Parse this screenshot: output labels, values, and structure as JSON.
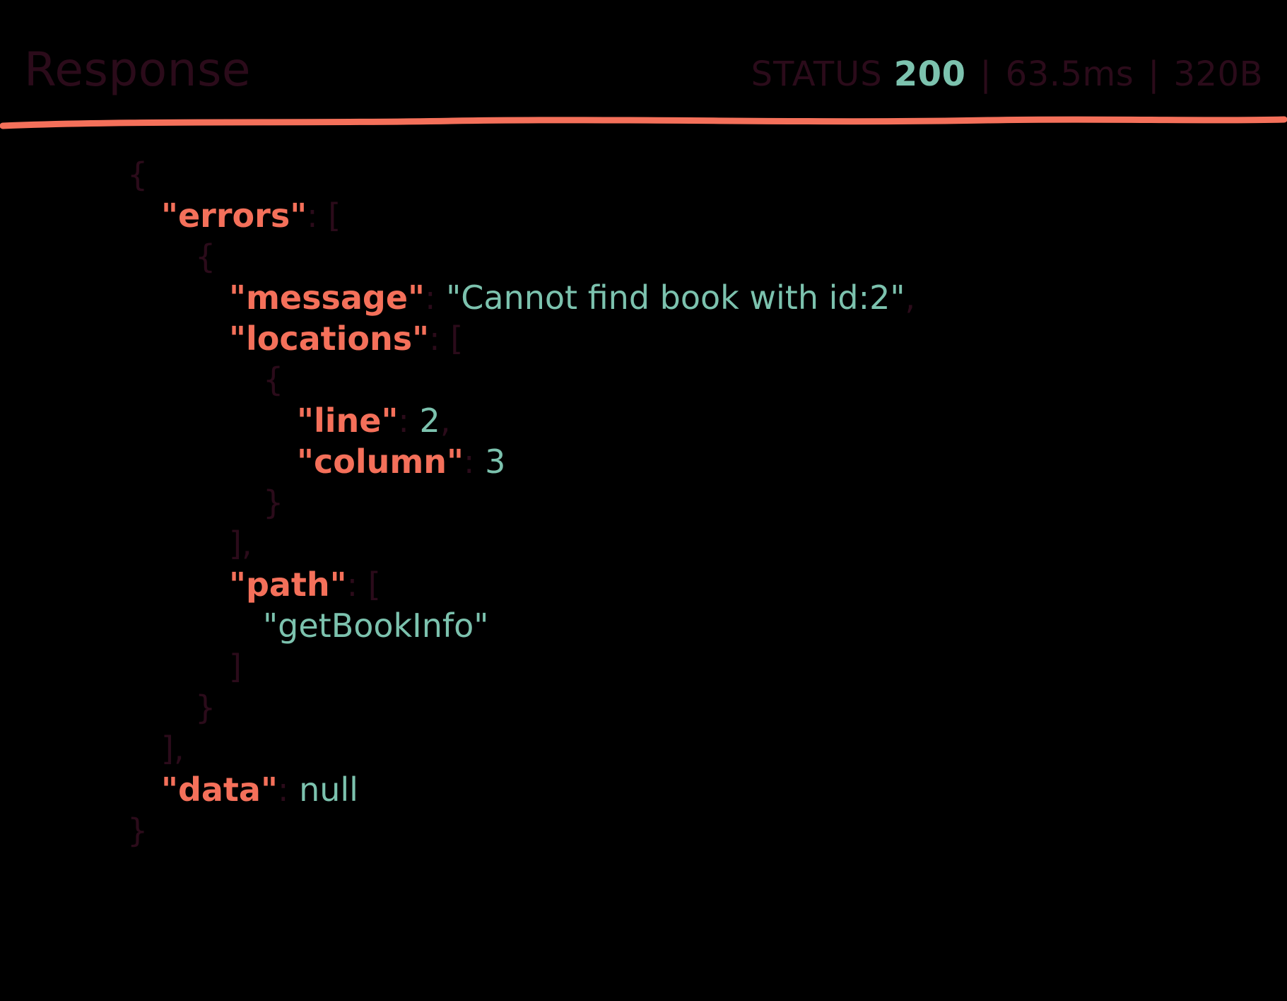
{
  "header": {
    "title": "Response",
    "status_label": "STATUS",
    "status_code": "200",
    "separator": "|",
    "time": "63.5ms",
    "size": "320B"
  },
  "colors": {
    "background": "#000000",
    "title": "#2b0b1a",
    "punctuation": "#2b0b1a",
    "key": "#f4705a",
    "value": "#7cc2ae",
    "divider": "#f4705a",
    "status_code": "#7cc2ae"
  },
  "response_body": {
    "lines": [
      {
        "indent": 0,
        "tokens": [
          {
            "t": "punc",
            "v": "{"
          }
        ]
      },
      {
        "indent": 1,
        "tokens": [
          {
            "t": "key",
            "v": "\"errors\""
          },
          {
            "t": "punc",
            "v": ": ["
          }
        ]
      },
      {
        "indent": 2,
        "tokens": [
          {
            "t": "punc",
            "v": "{"
          }
        ]
      },
      {
        "indent": 3,
        "tokens": [
          {
            "t": "key",
            "v": "\"message\""
          },
          {
            "t": "punc",
            "v": ": "
          },
          {
            "t": "str",
            "v": "\"Cannot find book with id:2\""
          },
          {
            "t": "punc",
            "v": ","
          }
        ]
      },
      {
        "indent": 3,
        "tokens": [
          {
            "t": "key",
            "v": "\"locations\""
          },
          {
            "t": "punc",
            "v": ": ["
          }
        ]
      },
      {
        "indent": 4,
        "tokens": [
          {
            "t": "punc",
            "v": "{"
          }
        ]
      },
      {
        "indent": 5,
        "tokens": [
          {
            "t": "key",
            "v": "\"line\""
          },
          {
            "t": "punc",
            "v": ": "
          },
          {
            "t": "num",
            "v": "2"
          },
          {
            "t": "punc",
            "v": ","
          }
        ]
      },
      {
        "indent": 5,
        "tokens": [
          {
            "t": "key",
            "v": "\"column\""
          },
          {
            "t": "punc",
            "v": ": "
          },
          {
            "t": "num",
            "v": "3"
          }
        ]
      },
      {
        "indent": 4,
        "tokens": [
          {
            "t": "punc",
            "v": "}"
          }
        ]
      },
      {
        "indent": 3,
        "tokens": [
          {
            "t": "punc",
            "v": "],"
          }
        ]
      },
      {
        "indent": 3,
        "tokens": [
          {
            "t": "key",
            "v": "\"path\""
          },
          {
            "t": "punc",
            "v": ": ["
          }
        ]
      },
      {
        "indent": 4,
        "tokens": [
          {
            "t": "str",
            "v": "\"getBookInfo\""
          }
        ]
      },
      {
        "indent": 3,
        "tokens": [
          {
            "t": "punc",
            "v": "]"
          }
        ]
      },
      {
        "indent": 2,
        "tokens": [
          {
            "t": "punc",
            "v": "}"
          }
        ]
      },
      {
        "indent": 1,
        "tokens": [
          {
            "t": "punc",
            "v": "],"
          }
        ]
      },
      {
        "indent": 1,
        "tokens": [
          {
            "t": "key",
            "v": "\"data\""
          },
          {
            "t": "punc",
            "v": ": "
          },
          {
            "t": "null",
            "v": "null"
          }
        ]
      },
      {
        "indent": 0,
        "tokens": [
          {
            "t": "punc",
            "v": "}"
          }
        ]
      }
    ],
    "parsed": {
      "errors": [
        {
          "message": "Cannot find book with id:2",
          "locations": [
            {
              "line": 2,
              "column": 3
            }
          ],
          "path": [
            "getBookInfo"
          ]
        }
      ],
      "data": null
    }
  }
}
